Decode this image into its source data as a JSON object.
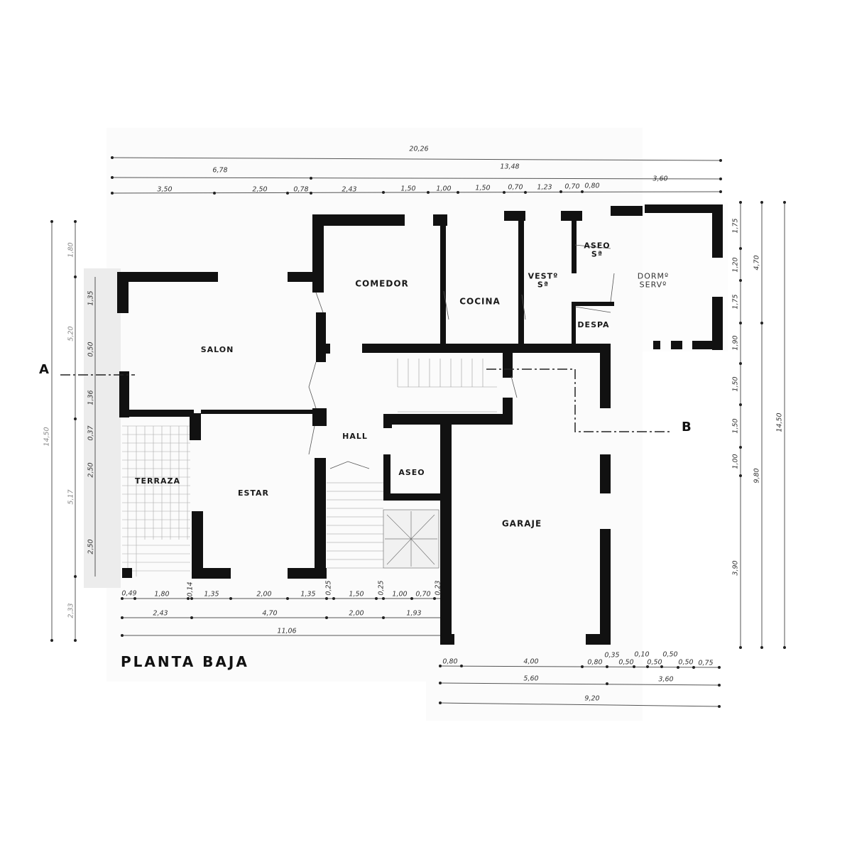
{
  "plan": {
    "title": "PLANTA BAJA",
    "section_markers": [
      "A",
      "B"
    ],
    "rooms": {
      "comedor": "COMEDOR",
      "cocina": "COCINA",
      "vestibulo": "VESTº Sª",
      "aseo_servicio": "ASEO Sª",
      "dormitorio_servicio": "DORMº SERVº",
      "despensa": "DESPA",
      "salon": "SALON",
      "hall": "HALL",
      "aseo": "ASEO",
      "terraza": "TERRAZA",
      "estar": "ESTAR",
      "garaje": "GARAJE"
    }
  },
  "dimensions": {
    "top": {
      "total": "20,26",
      "row2": [
        "6,78",
        "13,48",
        "3,60"
      ],
      "row3": [
        "3,50",
        "2,50",
        "0,78",
        "2,43",
        "1,50",
        "1,00",
        "1,50",
        "0,70",
        "1,23",
        "0,70",
        "0,80"
      ]
    },
    "right": {
      "row1": [
        "1,75",
        "1,20",
        "1,75",
        "1,90",
        "1,50",
        "1,50",
        "1,00",
        "3,90"
      ],
      "row2": [
        "4,70",
        "9,80"
      ],
      "total": "14,50"
    },
    "left": {
      "outer_total": "14,50",
      "row2": [
        "1,80",
        "5,20",
        "5,17",
        "2,33"
      ],
      "inner": [
        "1,35",
        "0,50",
        "1,36",
        "0,37",
        "2,50",
        "2,50"
      ]
    },
    "bottom_left": {
      "row1": [
        "0,49",
        "1,80",
        "0,14",
        "1,35",
        "2,00",
        "1,35",
        "0,25",
        "1,50",
        "0,25",
        "1,00",
        "0,70",
        "0,23"
      ],
      "row2": [
        "2,43",
        "4,70",
        "2,00",
        "1,93"
      ],
      "total": "11,06"
    },
    "bottom_right": {
      "row1": [
        "0,80",
        "4,00",
        "0,80",
        "0,35",
        "0,50",
        "0,10",
        "0,50",
        "0,50",
        "0,50",
        "0,75"
      ],
      "row2": [
        "5,60",
        "3,60"
      ],
      "total": "9,20"
    }
  }
}
